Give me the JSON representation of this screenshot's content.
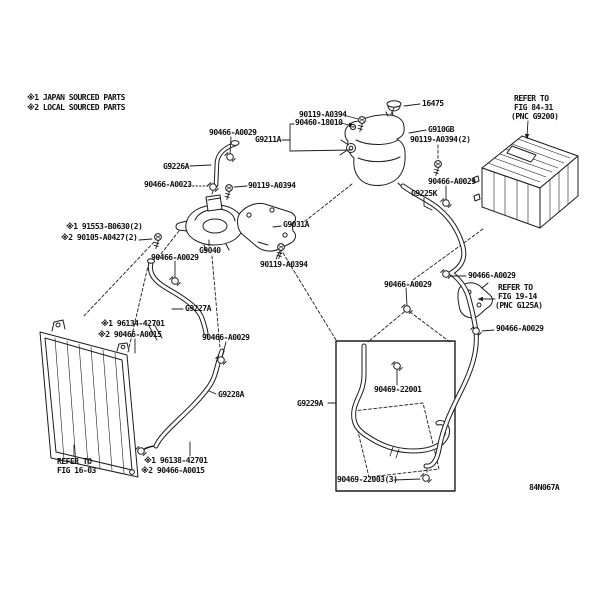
{
  "page": {
    "background": "#ffffff",
    "line_color": "#1c1c1c"
  },
  "legend": {
    "line1": "※1 JAPAN SOURCED PARTS",
    "line2": "※2 LOCAL SOURCED PARTS"
  },
  "corner_code": "84N067A",
  "refs": {
    "fig_84_31": [
      "REFER TO",
      "FIG 84-31",
      "(PNC G9200)"
    ],
    "fig_19_14": [
      "REFER TO",
      "FIG 19-14",
      "(PNC G125A)"
    ],
    "fig_16_03": [
      "REFER TO",
      "FIG 16-03"
    ]
  },
  "labels": [
    {
      "id": "bolt-90119-top",
      "text": "90119-A0394"
    },
    {
      "id": "cap-16475",
      "text": "16475"
    },
    {
      "id": "hose-90460",
      "text": "90460-18010"
    },
    {
      "id": "pnc-g9211a",
      "text": "G9211A"
    },
    {
      "id": "pnc-g910gb",
      "text": "G910GB"
    },
    {
      "id": "bolt-90119-tank",
      "text": "90119-A0394(2)"
    },
    {
      "id": "clamp-90466-1",
      "text": "90466-A0029"
    },
    {
      "id": "pnc-g9226a",
      "text": "G9226A"
    },
    {
      "id": "clamp-90466-a0023",
      "text": "90466-A0023"
    },
    {
      "id": "bolt-90119-mid",
      "text": "90119-A0394"
    },
    {
      "id": "clamp-90466-2",
      "text": "90466-A0029"
    },
    {
      "id": "pnc-g9225k",
      "text": "G9225K"
    },
    {
      "id": "bolt-91553",
      "text": "※1 91553-B0630(2)"
    },
    {
      "id": "bolt-90105",
      "text": "※2 90105-A0427(2)"
    },
    {
      "id": "pnc-g9031a",
      "text": "G9031A"
    },
    {
      "id": "pnc-g9040",
      "text": "G9040"
    },
    {
      "id": "clamp-90466-3",
      "text": "90466-A0029"
    },
    {
      "id": "bolt-90119-low",
      "text": "90119-A0394"
    },
    {
      "id": "clamp-90466-4",
      "text": "90466-A0029"
    },
    {
      "id": "clamp-90466-5",
      "text": "90466-A0029"
    },
    {
      "id": "pnc-g9227a",
      "text": "G9227A"
    },
    {
      "id": "clip-96134",
      "text": "※1 96134-42701"
    },
    {
      "id": "clamp-90466-a0015-1",
      "text": "※2 90466-A0015"
    },
    {
      "id": "clamp-90466-6",
      "text": "90466-A0029"
    },
    {
      "id": "clamp-90466-7",
      "text": "90466-A0029"
    },
    {
      "id": "pnc-g9228a",
      "text": "G9228A"
    },
    {
      "id": "pnc-g9229a",
      "text": "G9229A"
    },
    {
      "id": "clamp-90469-22001",
      "text": "90469-22001"
    },
    {
      "id": "clamp-90469-22003",
      "text": "90469-22003(3)"
    },
    {
      "id": "clip-96138",
      "text": "※1 96138-42701"
    },
    {
      "id": "clamp-90466-a0015-2",
      "text": "※2 90466-A0015"
    }
  ]
}
